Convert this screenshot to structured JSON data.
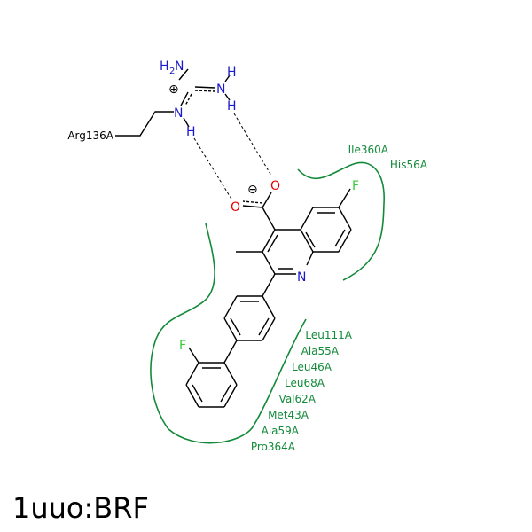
{
  "title": "1uuo:BRF",
  "colors": {
    "bond": "#000000",
    "nitrogen": "#1a1acc",
    "oxygen": "#e60000",
    "fluorine": "#33cc33",
    "pocket": "#138a3a",
    "hbond": "#000000",
    "text": "#000000"
  },
  "ligand_atoms": {
    "fluorine_top": "F",
    "fluorine_bottom": "F",
    "ring_nitrogen": "N",
    "oxygen_top": "O",
    "oxygen_left": "O",
    "charge_minus": "⊖"
  },
  "arginine": {
    "residue": "Arg136A",
    "nh2_n": "N",
    "nh2_h": "H",
    "nh2_sub": "2",
    "nh_upper_n": "N",
    "nh_upper_h_top": "H",
    "nh_upper_h_bottom": "H",
    "ne_n": "N",
    "ne_h": "H",
    "charge_plus": "⊕"
  },
  "pocket_residues": {
    "top": [
      "Ile360A",
      "His56A"
    ],
    "bottom": [
      "Leu111A",
      "Ala55A",
      "Leu46A",
      "Leu68A",
      "Val62A",
      "Met43A",
      "Ala59A",
      "Pro364A"
    ]
  }
}
